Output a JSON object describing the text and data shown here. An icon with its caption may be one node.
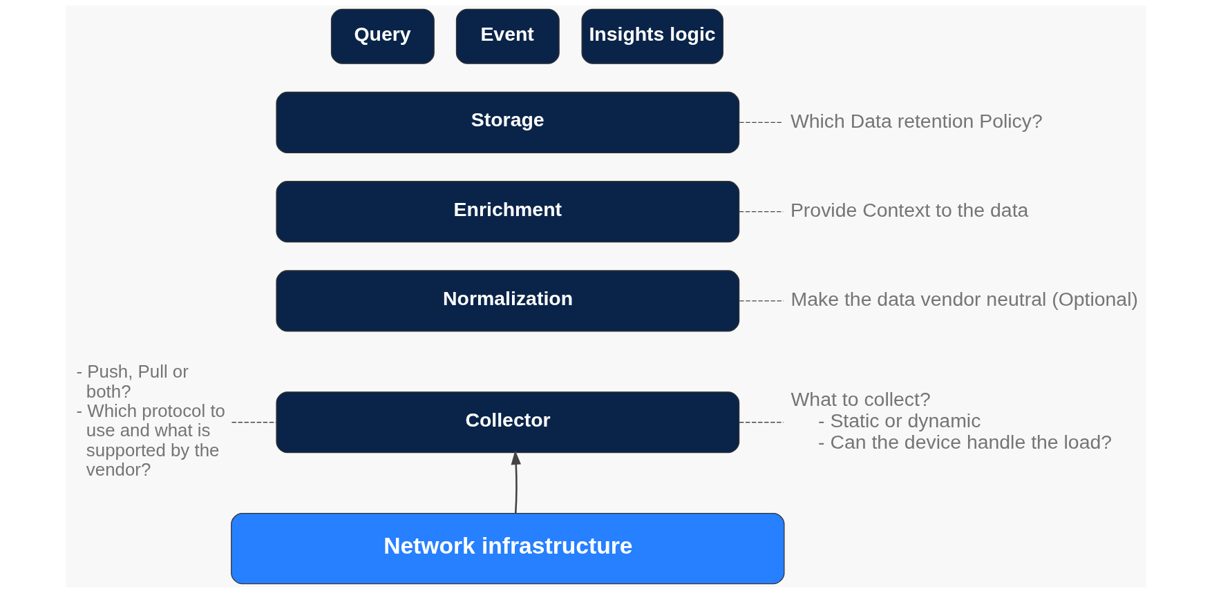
{
  "diagram": {
    "nodes": [
      {
        "text": [
          "Query"
        ]
      },
      {
        "text": [
          "Event"
        ]
      },
      {
        "text": [
          "Insights logic"
        ]
      },
      {
        "text": [
          "Storage"
        ]
      },
      {
        "text": [
          "Which Data retention Policy?"
        ]
      },
      {
        "text": [
          "Enrichment"
        ]
      },
      {
        "text": [
          "Provide Context to the data"
        ]
      },
      {
        "text": [
          "Normalization"
        ]
      },
      {
        "text": [
          "Make the data vendor neutral (Optional)"
        ]
      },
      {
        "text": [
          "- Push, Pull or both?",
          "- Which protocol to use and what is supported by the vendor?"
        ]
      },
      {
        "text": [
          "Collector"
        ]
      },
      {
        "text": [
          "What to collect?",
          "- Static or dynamic",
          "- Can the device handle the load?"
        ]
      },
      {
        "text": [
          "Network infrastructure"
        ]
      }
    ],
    "edges": [
      {
        "from": 12,
        "to": 10,
        "arrow": "to"
      },
      {
        "from": 3,
        "to": 4,
        "arrow": "none",
        "style": "dashed"
      },
      {
        "from": 5,
        "to": 6,
        "arrow": "none",
        "style": "dashed"
      },
      {
        "from": 7,
        "to": 8,
        "arrow": "none",
        "style": "dashed"
      },
      {
        "from": 9,
        "to": 10,
        "arrow": "none",
        "style": "dashed"
      },
      {
        "from": 10,
        "to": 11,
        "arrow": "none",
        "style": "dashed"
      }
    ]
  }
}
